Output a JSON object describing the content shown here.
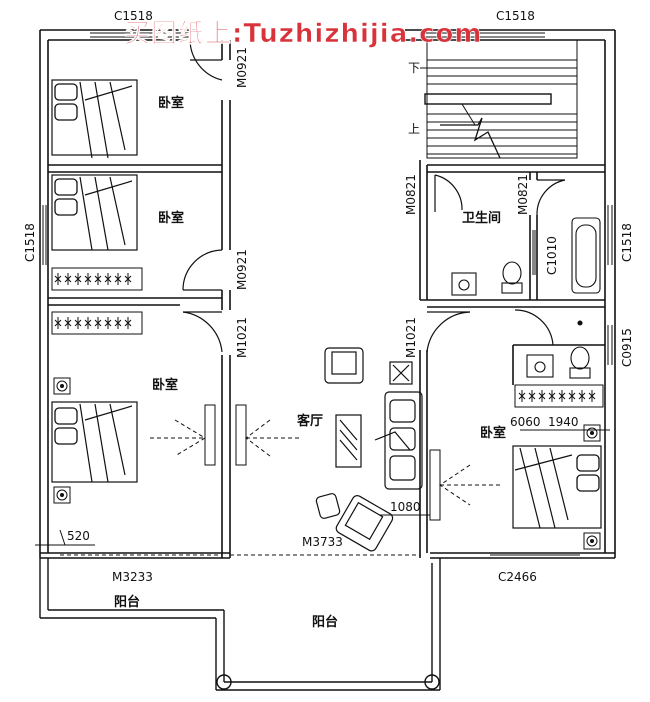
{
  "watermark": "买图纸上:Tuzhizhijia.com",
  "rooms": {
    "bedroom_1": "卧室",
    "bedroom_2": "卧室",
    "bedroom_3": "卧室",
    "bedroom_4": "卧室",
    "bathroom": "卫生间",
    "living_room": "客厅",
    "balcony_left": "阳台",
    "balcony_main": "阳台"
  },
  "windows": {
    "top_left": "C1518",
    "top_right": "C1518",
    "left_mid": "C1518",
    "right_bath": "C1518",
    "bath_inner": "C1010",
    "right_ensuite": "C0915",
    "bottom_right": "C2466"
  },
  "doors": {
    "bedroom_1": "M0921",
    "bedroom_2": "M0921",
    "bedroom_3": "M1021",
    "bedroom_4": "M1021",
    "bath_a": "M0821",
    "bath_b": "M0821",
    "balcony_left": "M3233",
    "balcony_main": "M3733"
  },
  "stairs": {
    "down": "下",
    "up": "上"
  },
  "dimensions": {
    "d1": "520",
    "d2": "1080",
    "d3": "6060",
    "d4": "1940"
  },
  "colors": {
    "line": "#111111",
    "watermark": "#d8333b"
  }
}
